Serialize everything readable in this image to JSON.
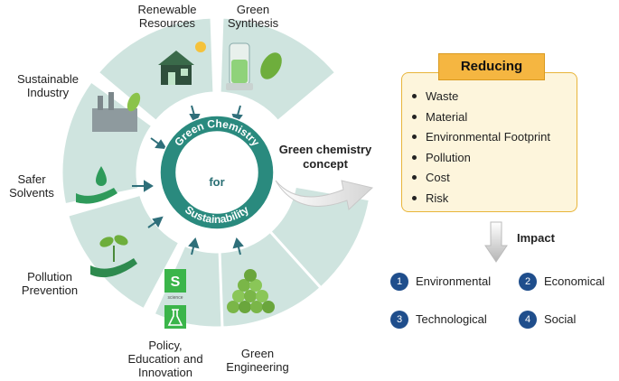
{
  "center": {
    "ring_top": "Green Chemistry",
    "middle": "for",
    "ring_bottom": "Sustainability"
  },
  "segments": {
    "renewable_resources": "Renewable\nResources",
    "green_synthesis": "Green\nSynthesis",
    "sustainable_industry": "Sustainable\nIndustry",
    "safer_solvents": "Safer\nSolvents",
    "pollution_prevention": "Pollution\nPrevention",
    "policy": "Policy,\nEducation and\nInnovation",
    "green_engineering": "Green\nEngineering"
  },
  "concept_label": "Green chemistry concept",
  "reducing": {
    "title": "Reducing",
    "items": [
      "Waste",
      "Material",
      "Environmental Footprint",
      "Pollution",
      "Cost",
      "Risk"
    ]
  },
  "impact": {
    "label": "Impact",
    "items": [
      {
        "num": "1",
        "label": "Environmental"
      },
      {
        "num": "2",
        "label": "Economical"
      },
      {
        "num": "3",
        "label": "Technological"
      },
      {
        "num": "4",
        "label": "Social"
      }
    ]
  },
  "policy_icon_text": "S",
  "policy_icon_caption": "science",
  "colors": {
    "teal": "#2a8a7e",
    "segment": "#cfe4df",
    "arrow": "#2f6f7a",
    "reduce_title": "#f5b641",
    "impact_num": "#1f4e8c"
  }
}
